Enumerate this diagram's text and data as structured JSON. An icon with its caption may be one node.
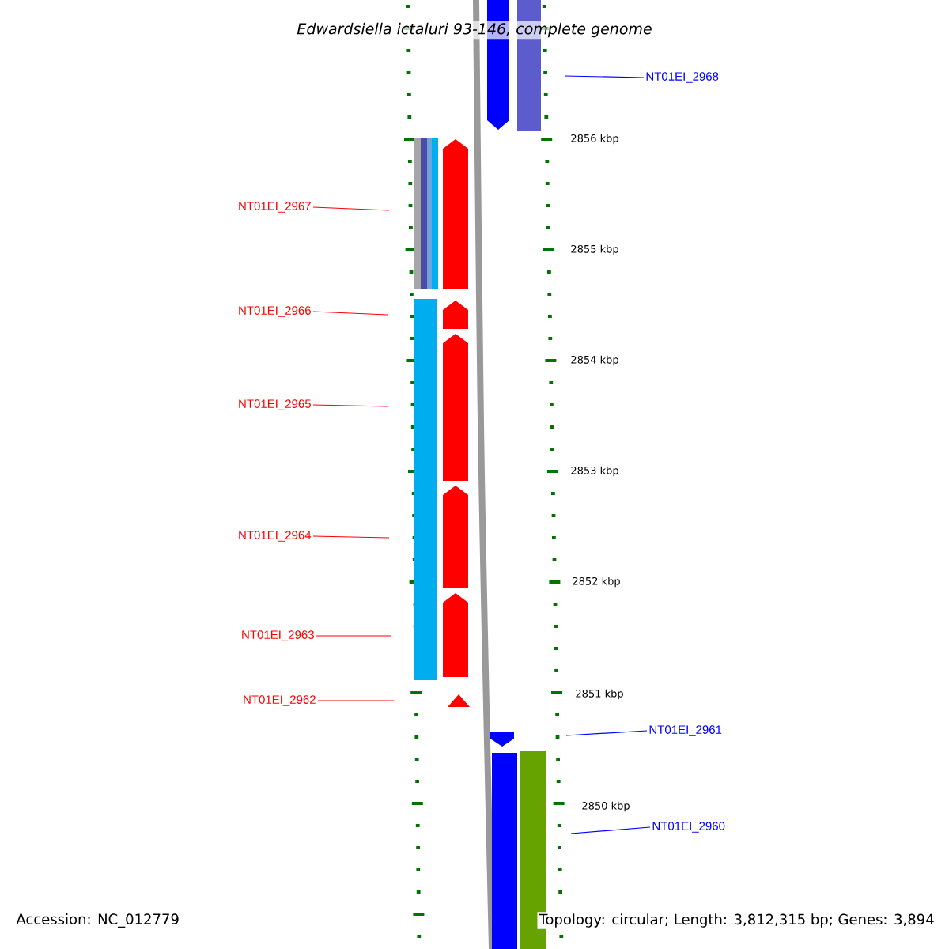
{
  "diagram": {
    "title": "Edwardsiella ictaluri 93-146, complete genome",
    "nodes": [
      {
        "text": [
          "NT01EI_2968"
        ]
      },
      {
        "text": [
          "NT01EI_2967"
        ]
      },
      {
        "text": [
          "NT01EI_2966"
        ]
      },
      {
        "text": [
          "NT01EI_2965"
        ]
      },
      {
        "text": [
          "NT01EI_2964"
        ]
      },
      {
        "text": [
          "NT01EI_2963"
        ]
      },
      {
        "text": [
          "NT01EI_2962"
        ]
      },
      {
        "text": [
          "NT01EI_2961"
        ]
      },
      {
        "text": [
          "NT01EI_2960"
        ]
      }
    ],
    "edges": [
      {
        "from": 0,
        "to": null,
        "arrow": "none",
        "color": "#0000ff"
      },
      {
        "from": 1,
        "to": null,
        "arrow": "none"
      },
      {
        "from": 2,
        "to": null,
        "arrow": "none"
      },
      {
        "from": 3,
        "to": null,
        "arrow": "none"
      },
      {
        "from": 4,
        "to": null,
        "arrow": "none"
      },
      {
        "from": 5,
        "to": null,
        "arrow": "none"
      },
      {
        "from": 6,
        "to": null,
        "arrow": "none"
      },
      {
        "from": 7,
        "to": null,
        "arrow": "none",
        "color": "#0000ff"
      },
      {
        "from": 8,
        "to": null,
        "arrow": "none",
        "color": "#0000ff"
      }
    ],
    "labels": [
      "2856 kbp",
      "2855 kbp",
      "2854 kbp",
      "2853 kbp",
      "2852 kbp",
      "2851 kbp",
      "2850 kbp",
      "Accession: NC_012779",
      "Topology: circular; Length: 3,812,315 bp; Genes: 3,894"
    ]
  }
}
